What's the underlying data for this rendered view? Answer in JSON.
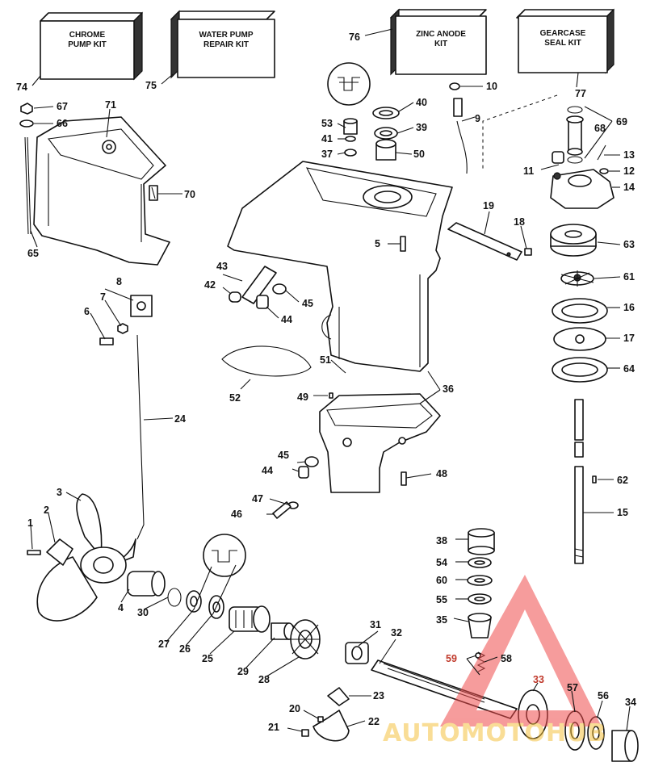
{
  "kits": [
    {
      "label_line1": "CHROME",
      "label_line2": "PUMP KIT",
      "number": "74"
    },
    {
      "label_line1": "WATER PUMP",
      "label_line2": "REPAIR KIT",
      "number": "75"
    },
    {
      "label_line1": "ZINC ANODE",
      "label_line2": "KIT",
      "number": "76"
    },
    {
      "label_line1": "GEARCASE",
      "label_line2": "SEAL KIT",
      "number": "77"
    }
  ],
  "callouts": {
    "c1": "1",
    "c2": "2",
    "c3": "3",
    "c4": "4",
    "c5": "5",
    "c6": "6",
    "c7": "7",
    "c8": "8",
    "c9": "9",
    "c10": "10",
    "c11": "11",
    "c12": "12",
    "c13": "13",
    "c14": "14",
    "c15": "15",
    "c16": "16",
    "c17": "17",
    "c18": "18",
    "c19": "19",
    "c20": "20",
    "c21": "21",
    "c22": "22",
    "c23": "23",
    "c24": "24",
    "c25": "25",
    "c26": "26",
    "c27": "27",
    "c28": "28",
    "c29": "29",
    "c30": "30",
    "c31": "31",
    "c32": "32",
    "c33": "33",
    "c34": "34",
    "c35": "35",
    "c36": "36",
    "c37": "37",
    "c38": "38",
    "c39": "39",
    "c40": "40",
    "c41": "41",
    "c42": "42",
    "c43": "43",
    "c44a": "44",
    "c44b": "44",
    "c45a": "45",
    "c45b": "45",
    "c46": "46",
    "c47": "47",
    "c48": "48",
    "c49": "49",
    "c50": "50",
    "c51": "51",
    "c52": "52",
    "c53": "53",
    "c54": "54",
    "c55": "55",
    "c56": "56",
    "c57": "57",
    "c58": "58",
    "c59": "59",
    "c60": "60",
    "c61": "61",
    "c62": "62",
    "c63": "63",
    "c64": "64",
    "c65": "65",
    "c66": "66",
    "c67": "67",
    "c68": "68",
    "c69": "69",
    "c70": "70",
    "c71": "71"
  },
  "watermark": {
    "text": "AUTOMOTOHUB",
    "color": "#f5c242",
    "triangle_color": "#ef4b4b"
  },
  "colors": {
    "ink": "#111111",
    "background": "#ffffff",
    "highlight_callout": "#c0392b"
  }
}
